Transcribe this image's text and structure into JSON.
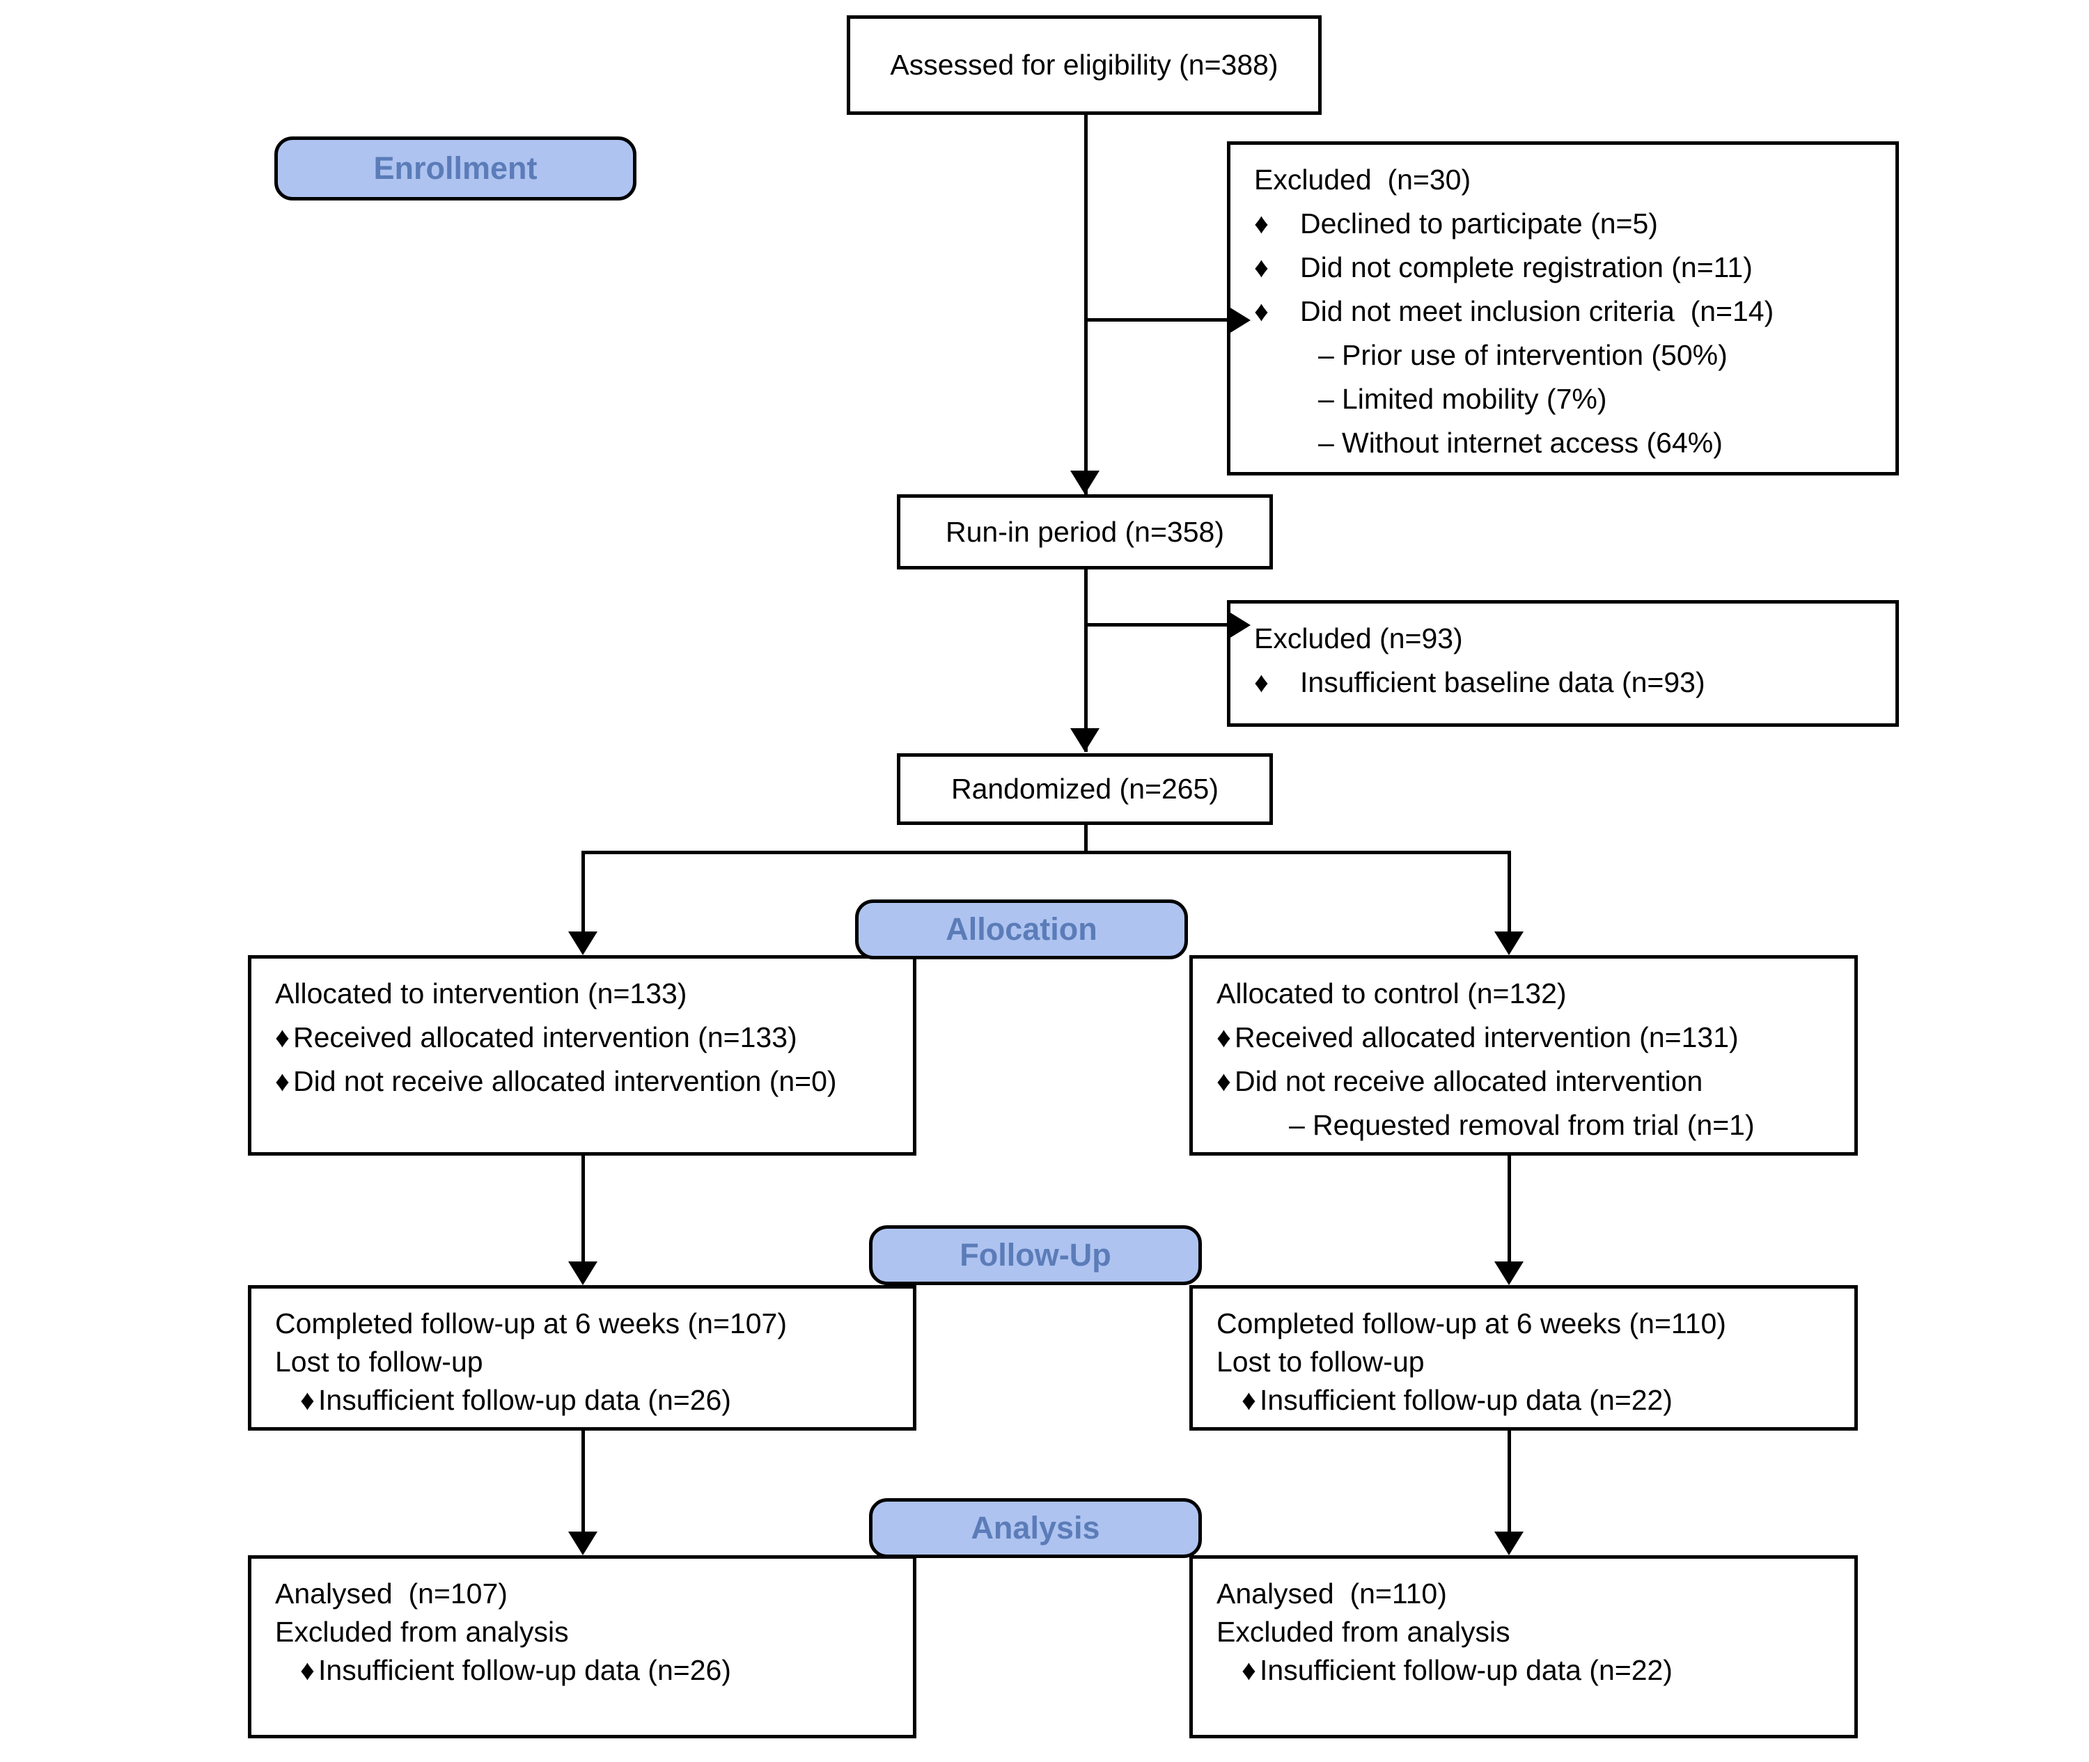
{
  "diagram": {
    "type": "CONSORT participant flow diagram",
    "stages": [
      {
        "key": "enrollment",
        "label": "Enrollment"
      },
      {
        "key": "allocation",
        "label": "Allocation"
      },
      {
        "key": "followup",
        "label": "Follow-Up"
      },
      {
        "key": "analysis",
        "label": "Analysis"
      }
    ],
    "nodes": {
      "assessed": {
        "title": "Assessed for eligibility (n=388)",
        "n": 388
      },
      "excluded_eligibility": {
        "title": "Excluded  (n=30)",
        "n": 30,
        "items": [
          {
            "bullet": "♦",
            "text": "Declined to participate (n=5)",
            "n": 5
          },
          {
            "bullet": "♦",
            "text": "Did not complete registration (n=11)",
            "n": 11
          },
          {
            "bullet": "♦",
            "text": "Did not meet inclusion criteria  (n=14)",
            "n": 14
          }
        ],
        "subitems": [
          {
            "dash": "–",
            "text": "Prior use of intervention (50%)",
            "pct": 50
          },
          {
            "dash": "–",
            "text": "Limited mobility (7%)",
            "pct": 7
          },
          {
            "dash": "–",
            "text": "Without internet access (64%)",
            "pct": 64
          }
        ]
      },
      "runin": {
        "title": "Run-in period (n=358)",
        "n": 358
      },
      "excluded_runin": {
        "title": "Excluded (n=93)",
        "n": 93,
        "items": [
          {
            "bullet": "♦",
            "text": "Insufficient baseline data (n=93)",
            "n": 93
          }
        ]
      },
      "randomized": {
        "title": "Randomized (n=265)",
        "n": 265
      },
      "alloc_left": {
        "title": "Allocated to intervention (n=133)",
        "n": 133,
        "items": [
          {
            "bullet": "♦",
            "text": "Received allocated intervention (n=133)",
            "n": 133
          },
          {
            "bullet": "♦",
            "text": "Did not receive allocated intervention (n=0)",
            "n": 0
          }
        ],
        "subitems": []
      },
      "alloc_right": {
        "title": "Allocated to control (n=132)",
        "n": 132,
        "items": [
          {
            "bullet": "♦",
            "text": "Received allocated intervention (n=131)",
            "n": 131
          },
          {
            "bullet": "♦",
            "text": "Did not receive allocated intervention",
            "n": null
          }
        ],
        "subitems": [
          {
            "dash": "–",
            "text": "Requested removal from trial (n=1)",
            "n": 1
          }
        ]
      },
      "follow_left": {
        "line1": "Completed follow-up at 6 weeks (n=107)",
        "line2": "Lost to follow-up",
        "n_completed": 107,
        "items": [
          {
            "bullet": "♦",
            "text": "Insufficient follow-up data (n=26)",
            "n": 26
          }
        ]
      },
      "follow_right": {
        "line1": "Completed follow-up at 6 weeks (n=110)",
        "line2": "Lost to follow-up",
        "n_completed": 110,
        "items": [
          {
            "bullet": "♦",
            "text": "Insufficient follow-up data (n=22)",
            "n": 22
          }
        ]
      },
      "analysis_left": {
        "line1": "Analysed  (n=107)",
        "line2": "Excluded from analysis",
        "n_analysed": 107,
        "items": [
          {
            "bullet": "♦",
            "text": "Insufficient follow-up data (n=26)",
            "n": 26
          }
        ]
      },
      "analysis_right": {
        "line1": "Analysed  (n=110)",
        "line2": "Excluded from analysis",
        "n_analysed": 110,
        "items": [
          {
            "bullet": "♦",
            "text": "Insufficient follow-up data (n=22)",
            "n": 22
          }
        ]
      }
    },
    "colors": {
      "badge_fill": "#aec3f0",
      "badge_text": "#5b7cb8",
      "line": "#000000",
      "box_fill": "#ffffff",
      "box_text": "#000000"
    }
  }
}
